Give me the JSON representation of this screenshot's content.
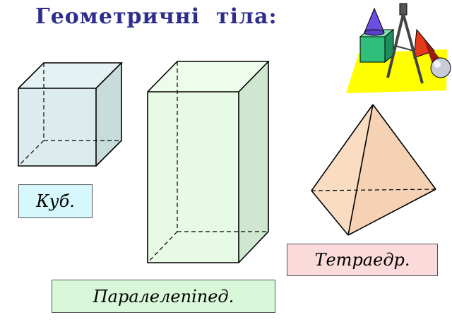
{
  "title": "Геометричні  тіла:",
  "labels": {
    "cube": "Куб.",
    "parallelepiped": "Паралелепіпед.",
    "tetrahedron": "Тетраедр."
  },
  "colors": {
    "title": "#2e2e8f",
    "cube_fill": "#dcecee",
    "cube_side": "#c8dcdc",
    "prism_fill": "#e6fae6",
    "prism_side": "#cfe6cf",
    "tetra_fill": "#f9dcc2",
    "cube_label_bg": "#d6f7fb",
    "prism_label_bg": "#d9f8d9",
    "tetra_label_bg": "#fadada"
  }
}
